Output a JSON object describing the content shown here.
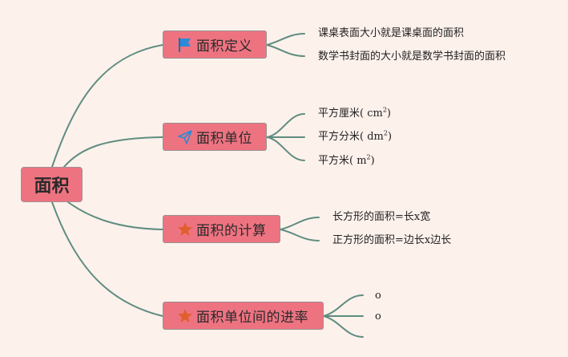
{
  "colors": {
    "background": "#fdf1ec",
    "node_fill": "#ee7381",
    "node_border": "#9b8f8e",
    "connector": "#5f8d80",
    "flag_icon": "#2c8ad6",
    "send_icon": "#2c8ad6",
    "star_icon": "#e05f2c"
  },
  "root": {
    "label": "面积"
  },
  "branches": [
    {
      "label": "面积定义",
      "icon": "flag-icon",
      "children": [
        {
          "text": "课桌表面大小就是课桌面的面积"
        },
        {
          "text": "数学书封面的大小就是数学书封面的面积"
        }
      ]
    },
    {
      "label": "面积单位",
      "icon": "send-icon",
      "children": [
        {
          "text": "平方厘米( cm",
          "sup": "2",
          "tail": ")"
        },
        {
          "text": "平方分米( dm",
          "sup": "2",
          "tail": ")"
        },
        {
          "text": "平方米( m",
          "sup": "2",
          "tail": ")"
        }
      ]
    },
    {
      "label": "面积的计算",
      "icon": "star-icon",
      "children": [
        {
          "text": "长方形的面积=长x宽"
        },
        {
          "text": "正方形的面积=边长x边长"
        }
      ]
    },
    {
      "label": "面积单位间的进率",
      "icon": "star-icon",
      "children": [
        {
          "text": "o"
        },
        {
          "text": "o"
        },
        {
          "text": ""
        }
      ]
    }
  ]
}
